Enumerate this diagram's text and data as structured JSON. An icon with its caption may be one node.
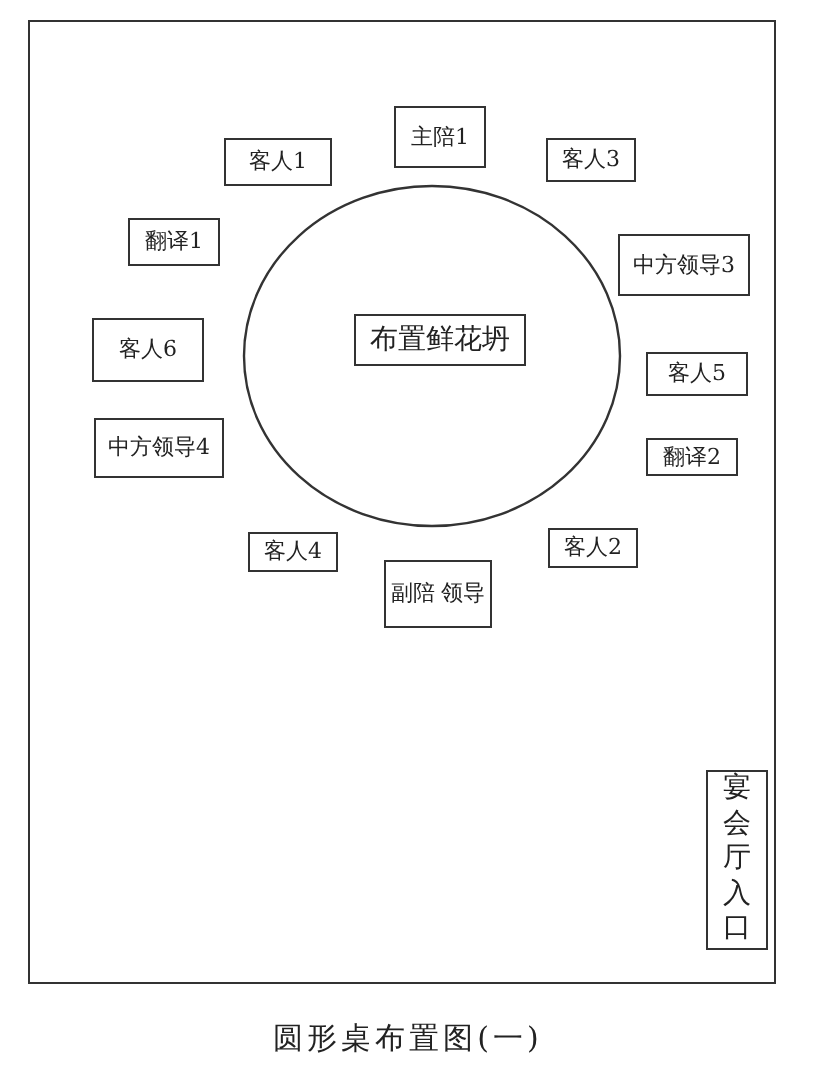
{
  "diagram": {
    "caption": "圆形桌布置图(一)",
    "nodes": [
      {
        "text": [],
        "shape": "box"
      },
      {
        "text": [
          "主陪1"
        ],
        "in": 0
      },
      {
        "text": [
          "客人1"
        ],
        "in": 0
      },
      {
        "text": [
          "客人3"
        ],
        "in": 0
      },
      {
        "text": [
          "翻译1"
        ],
        "in": 0
      },
      {
        "text": [],
        "shape": "circle",
        "in": 0
      },
      {
        "text": [
          "布置鲜花坍"
        ],
        "in": 5
      },
      {
        "text": [
          "中方领导3"
        ],
        "in": 0
      },
      {
        "text": [
          "客人6"
        ],
        "in": 0
      },
      {
        "text": [
          "客人5"
        ],
        "in": 0
      },
      {
        "text": [
          "中方领导4"
        ],
        "in": 0
      },
      {
        "text": [
          "翻译2"
        ],
        "in": 0
      },
      {
        "text": [
          "客人4"
        ],
        "in": 0
      },
      {
        "text": [
          "客人2"
        ],
        "in": 0
      },
      {
        "text": [
          "副陪 领导"
        ],
        "in": 0
      },
      {
        "text": [
          "宴会厅入口"
        ],
        "in": 0
      }
    ],
    "edges": []
  }
}
